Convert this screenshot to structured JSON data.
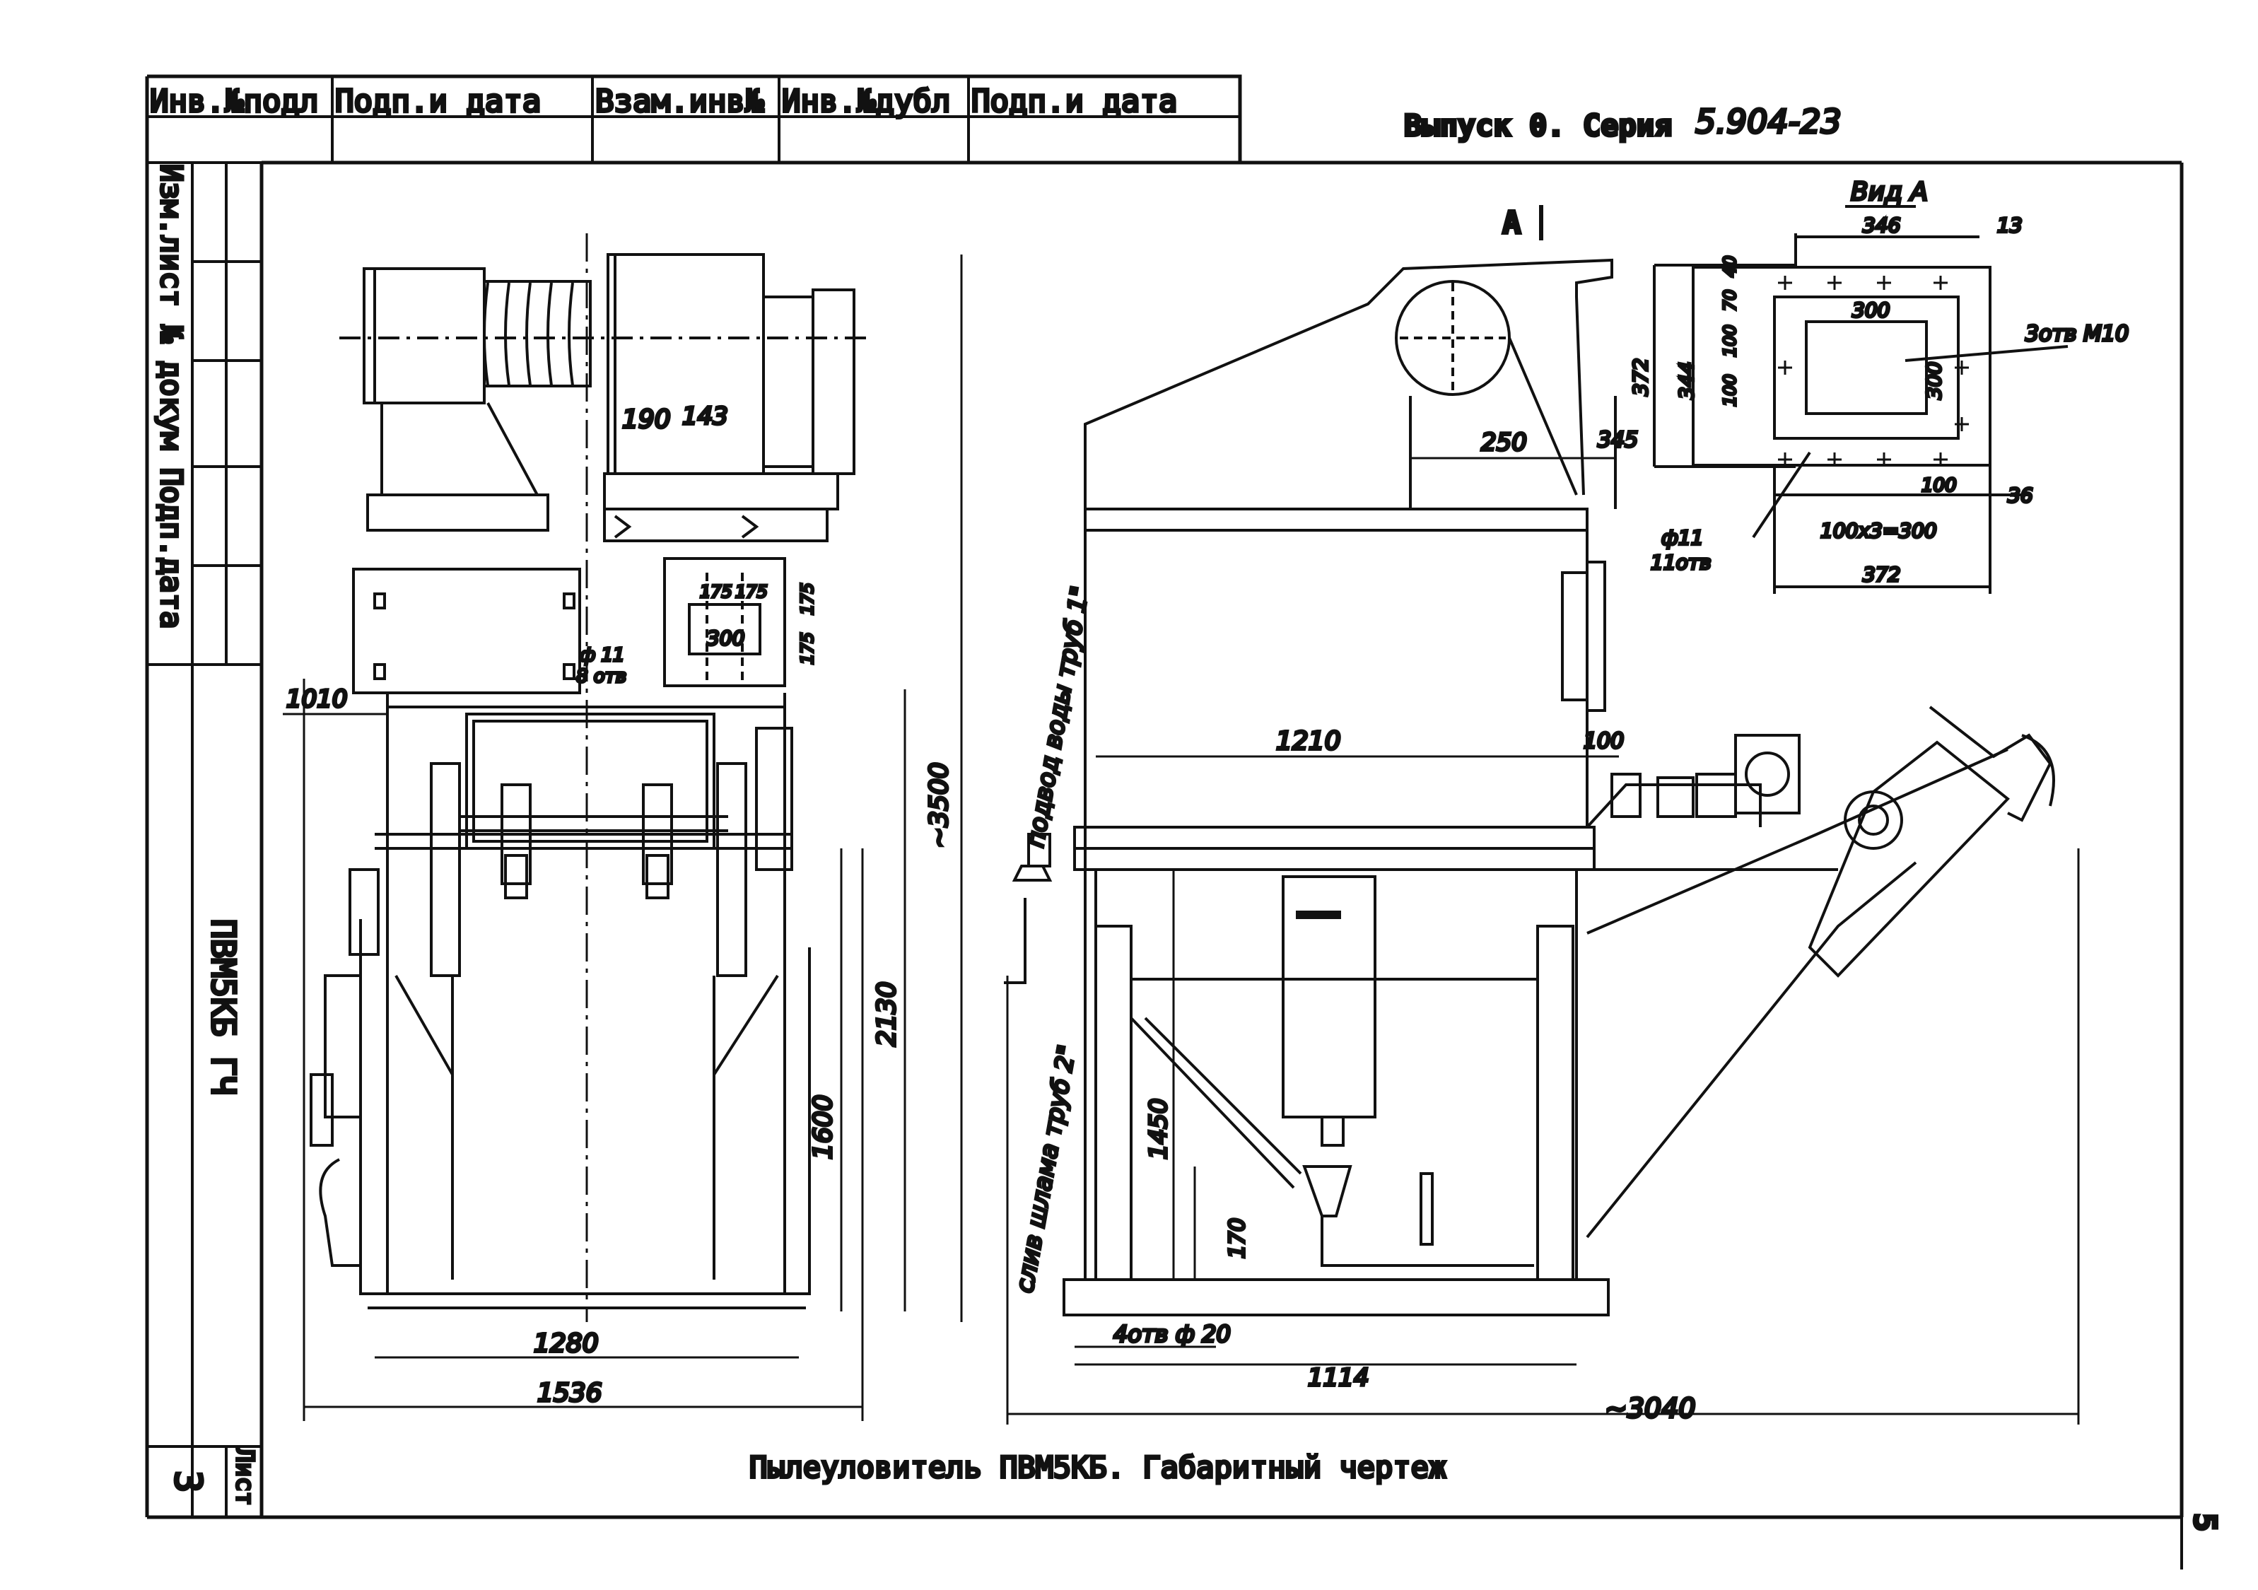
{
  "stamp": {
    "columns": [
      "Инв.№подл",
      "Подп.и дата",
      "Взам.инв№",
      "Инв.№дубл",
      "Подп.и дата"
    ],
    "side_text": "Изм.лист № докум Подп.дата",
    "code": "ПВМ5КБ ГЧ",
    "sheet_label": "Лист",
    "sheet_number": "3"
  },
  "header": {
    "series_prefix": "Выпуск 0. Серия",
    "series_number": "5.904-23"
  },
  "caption": "Пылеуловитель ПВМ5КБ. Габаритный чертеж",
  "page_number": "5",
  "front_view": {
    "dims": [
      "190",
      "143",
      "1010",
      "~3500",
      "2130",
      "1600",
      "1280",
      "1536",
      "175",
      "175",
      "300",
      "175",
      "175",
      "ф 11",
      "8 отв"
    ]
  },
  "side_view": {
    "section_mark": "A",
    "dims": [
      "250",
      "345",
      "1210",
      "100",
      "1450",
      "170",
      "1114",
      "~3040",
      "4отв ф 20"
    ],
    "notes": [
      "подвод воды труб 1\"",
      "слив шлама труб 2\""
    ]
  },
  "view_a": {
    "title": "Вид А",
    "dims": [
      "346",
      "13",
      "300",
      "300",
      "372",
      "344",
      "100",
      "100",
      "70",
      "40",
      "100",
      "36",
      "100х3=300",
      "372"
    ],
    "holes_note": "3отв М10",
    "hole_dia": "ф11",
    "hole_count": "11отв"
  }
}
